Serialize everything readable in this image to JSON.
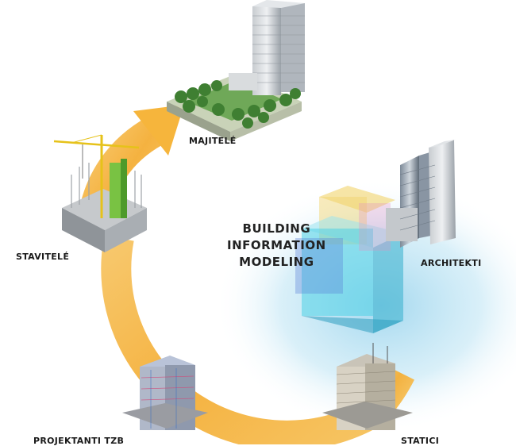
{
  "title_lines": [
    "BUILDING",
    "INFORMATION",
    "MODELING"
  ],
  "stages": {
    "owners": "MAJITELÉ",
    "architects": "ARCHITEKTI",
    "structural": "STATICI",
    "designers": "PROJEKTANTI TZB",
    "builders": "STAVITELÉ"
  },
  "colors": {
    "arrow": "#f6b53c",
    "arrow_light": "#fbd98a",
    "glow": "#bfe3f3",
    "cube_cyan": "#4fd1e6",
    "cube_blue": "#5a7fd8",
    "cube_yellow": "#f2d36b",
    "tree": "#4a9a3a"
  },
  "icons": [
    "office-tower-icon",
    "crane-icon",
    "glass-cube-icon",
    "skyscraper-icon"
  ]
}
